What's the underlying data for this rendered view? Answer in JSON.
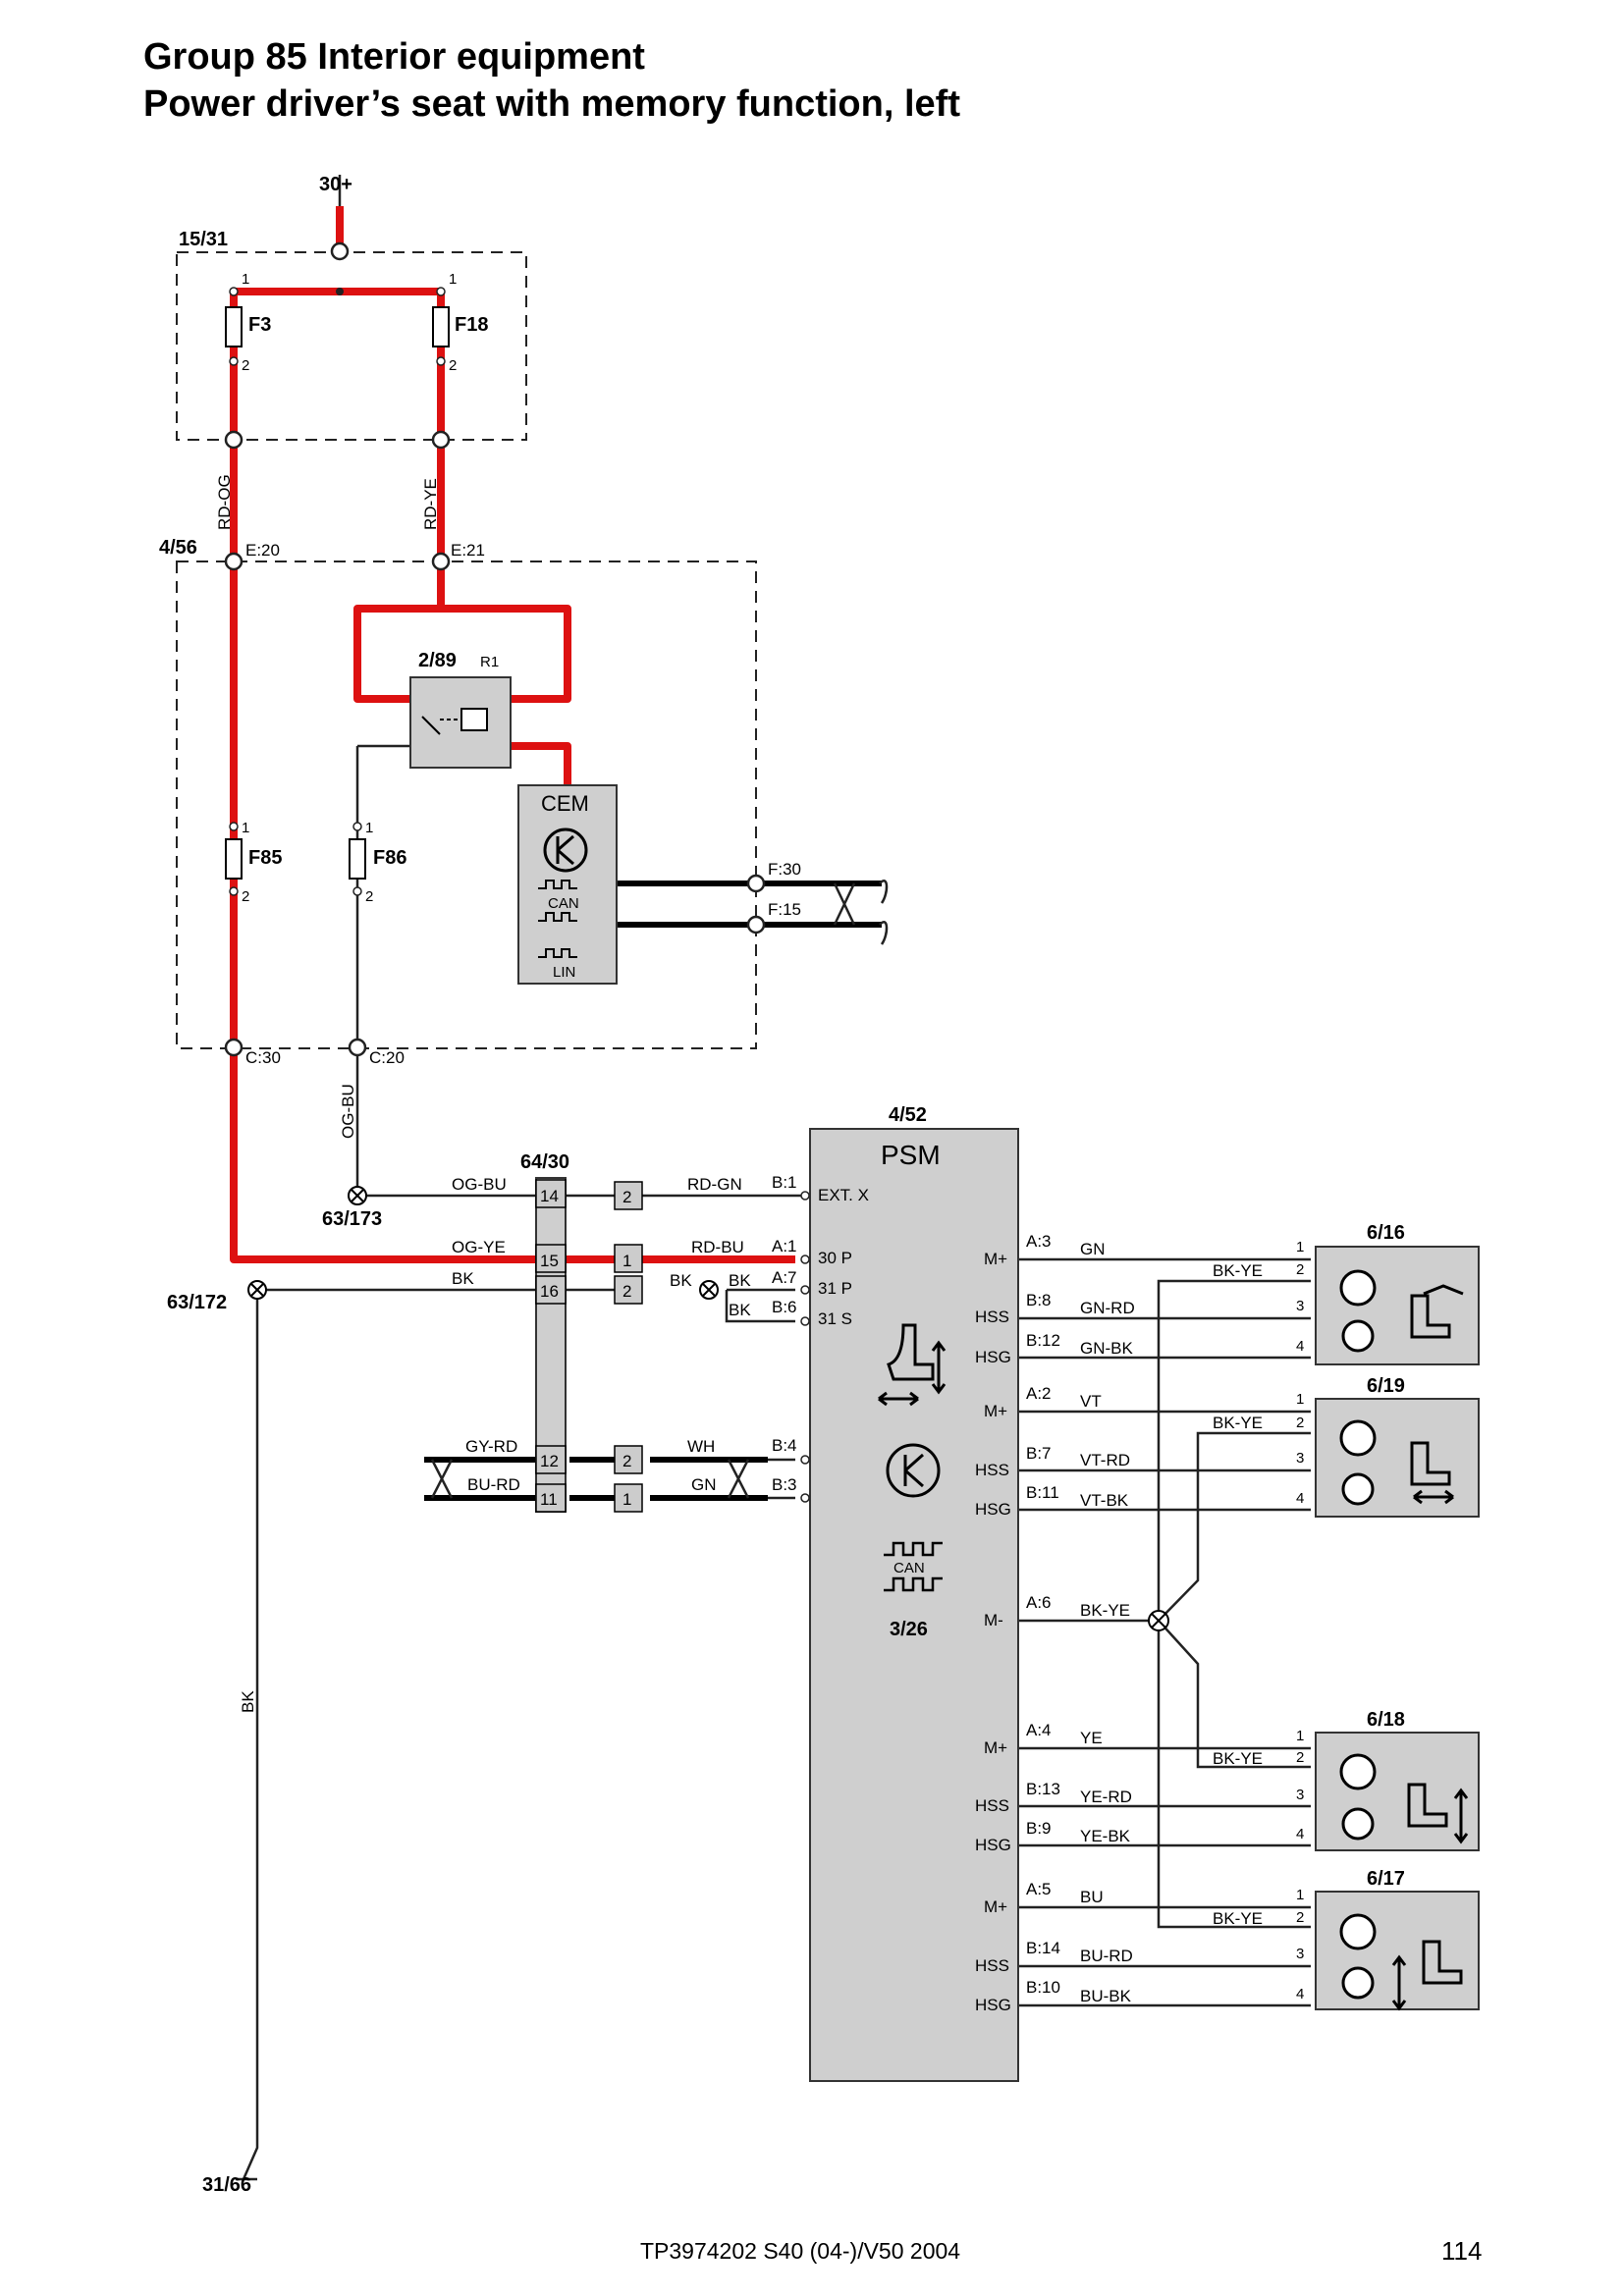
{
  "header": {
    "title_line1": "Group 85 Interior equipment",
    "title_line2": "Power driver’s seat with memory function, left"
  },
  "labels": {
    "supply_30": "30+",
    "box_1531": "15/31",
    "fuse_f3": "F3",
    "fuse_f18": "F18",
    "fuse_f85": "F85",
    "fuse_f86": "F86",
    "box_456": "4/56",
    "relay_289": "2/89",
    "relay_r1": "R1",
    "cem": "CEM",
    "can": "CAN",
    "lin": "LIN",
    "psm_id": "4/52",
    "psm": "PSM",
    "psm_can": "CAN",
    "psm_sub": "3/26",
    "conn_6430": "64/30",
    "gnd_63173": "63/173",
    "gnd_63172": "63/172",
    "gnd_3166": "31/66",
    "m_616": "6/16",
    "m_619": "6/19",
    "m_618": "6/18",
    "m_617": "6/17"
  },
  "pins": {
    "p1": "1",
    "p2": "2",
    "e20": "E:20",
    "e21": "E:21",
    "c30": "C:30",
    "c20": "C:20",
    "f30": "F:30",
    "f15": "F:15",
    "b1": "B:1",
    "a1": "A:1",
    "a7": "A:7",
    "b6": "B:6",
    "b4": "B:4",
    "b3": "B:3",
    "ext_x": "EXT. X",
    "p30p": "30 P",
    "p31p": "31 P",
    "p31s": "31 S",
    "a3": "A:3",
    "b8": "B:8",
    "b12": "B:12",
    "a2": "A:2",
    "b7": "B:7",
    "b11": "B:11",
    "a6": "A:6",
    "a4": "A:4",
    "b13": "B:13",
    "b9": "B:9",
    "a5": "A:5",
    "b14": "B:14",
    "b10": "B:10",
    "m_plus": "M+",
    "hss": "HSS",
    "hsg": "HSG",
    "m_minus": "M-",
    "n14": "14",
    "n15": "15",
    "n16": "16",
    "n12": "12",
    "n11": "11",
    "n1": "1",
    "n2": "2",
    "n3": "3",
    "n4": "4"
  },
  "wires": {
    "rd_og": "RD-OG",
    "rd_ye": "RD-YE",
    "og_bu": "OG-BU",
    "og_ye": "OG-YE",
    "bk": "BK",
    "rd_gn": "RD-GN",
    "rd_bu": "RD-BU",
    "gy_rd": "GY-RD",
    "bu_rd": "BU-RD",
    "wh": "WH",
    "gn": "GN",
    "gn_rd": "GN-RD",
    "gn_bk": "GN-BK",
    "bk_ye": "BK-YE",
    "vt": "VT",
    "vt_rd": "VT-RD",
    "vt_bk": "VT-BK",
    "ye": "YE",
    "ye_rd": "YE-RD",
    "ye_bk": "YE-BK",
    "bu": "BU",
    "bu_bk": "BU-BK"
  },
  "footer": {
    "doc": "TP3974202 S40 (04-)/V50 2004",
    "page": "114"
  },
  "colors": {
    "power_wire": "#d11",
    "module_fill": "#cfcfcf"
  }
}
